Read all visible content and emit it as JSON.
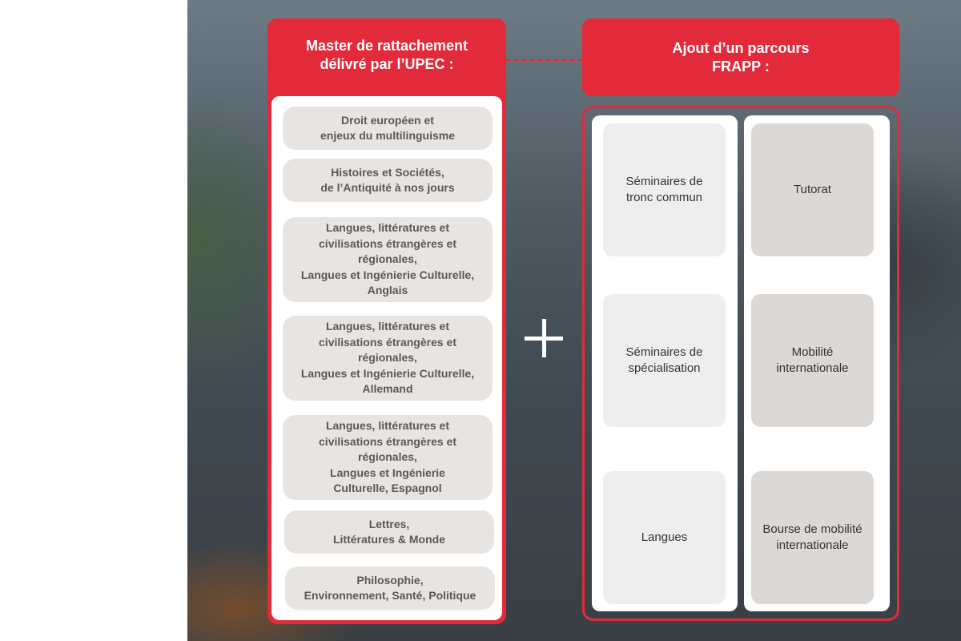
{
  "left_column": {
    "title_line1": "Master de rattachement",
    "title_line2": "délivré par l’UPEC :",
    "items": [
      {
        "lines": [
          "Droit européen et",
          "enjeux du multilinguisme"
        ]
      },
      {
        "lines": [
          "Histoires et Sociétés,",
          "de  l’Antiquité  à nos jours"
        ]
      },
      {
        "lines": [
          "Langues, littératures et",
          "civilisations étrangères et",
          "régionales,",
          "Langues et Ingénierie Culturelle,",
          "Anglais"
        ]
      },
      {
        "lines": [
          "Langues, littératures et",
          "civilisations étrangères et",
          "régionales,",
          "Langues et Ingénierie Culturelle,",
          "Allemand"
        ]
      },
      {
        "lines": [
          "Langues, littératures et",
          "civilisations étrangères et",
          "régionales,",
          "Langues et Ingénierie",
          "Culturelle,  Espagnol"
        ]
      },
      {
        "lines": [
          "Lettres,",
          "Littératures & Monde"
        ]
      },
      {
        "lines": [
          "Philosophie,",
          "Environnement, Santé, Politique"
        ]
      }
    ]
  },
  "connector": {
    "symbol": "plus-icon"
  },
  "right_column": {
    "title_line1": "Ajout d’un parcours",
    "title_line2": "FRAPP :",
    "left_tiles": [
      {
        "lines": [
          "Séminaires de",
          "tronc commun"
        ]
      },
      {
        "lines": [
          "Séminaires de",
          "spécialisation"
        ]
      },
      {
        "lines": [
          "Langues"
        ]
      }
    ],
    "right_tiles": [
      {
        "lines": [
          "Tutorat"
        ]
      },
      {
        "lines": [
          "Mobilité",
          "internationale"
        ]
      },
      {
        "lines": [
          "Bourse de mobilité",
          "internationale"
        ]
      }
    ]
  },
  "colors": {
    "accent_red": "#e32a3a",
    "pill_bg": "#e8e4e1",
    "tile_light": "#eeeeee",
    "tile_dark": "#dcd8d6"
  }
}
